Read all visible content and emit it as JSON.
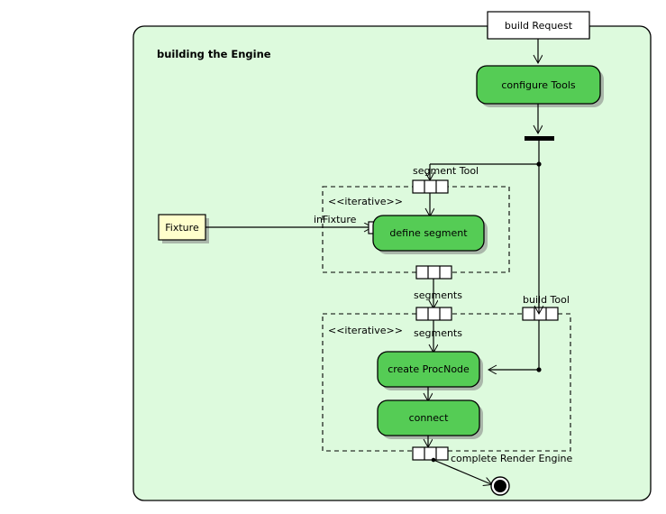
{
  "diagram": {
    "type": "uml-activity-diagram",
    "title": "building the Engine",
    "frame": {
      "label": "building the Engine",
      "fill": "#ddfadd",
      "stroke": "#000000"
    },
    "colors": {
      "activity_fill": "#55cc55",
      "activity_stroke": "#000000",
      "object_fill": "#ffffcc",
      "object_stroke": "#000000",
      "pin_fill": "#ffffff",
      "shadow": "#808080",
      "background": "#ddfadd",
      "page": "#ffffff"
    },
    "nodes": [
      {
        "id": "build-request",
        "label": "build Request",
        "shape": "rectangle",
        "kind": "parameter-node"
      },
      {
        "id": "configure-tools",
        "label": "configure Tools",
        "shape": "rounded-rectangle",
        "kind": "action"
      },
      {
        "id": "fixture",
        "label": "Fixture",
        "shape": "rectangle",
        "kind": "object-node"
      },
      {
        "id": "define-segment",
        "label": "define segment",
        "shape": "rounded-rectangle",
        "kind": "action"
      },
      {
        "id": "create-procnode",
        "label": "create ProcNode",
        "shape": "rounded-rectangle",
        "kind": "action"
      },
      {
        "id": "connect",
        "label": "connect",
        "shape": "rounded-rectangle",
        "kind": "action"
      },
      {
        "id": "final-node",
        "label": "",
        "shape": "filled-circle-ring",
        "kind": "activity-final"
      }
    ],
    "fork_bar": {
      "id": "fork-1",
      "kind": "fork-node"
    },
    "regions": [
      {
        "id": "region-1",
        "stereotype": "<<iterative>>",
        "kind": "expansion-region",
        "contains": [
          "define-segment"
        ]
      },
      {
        "id": "region-2",
        "stereotype": "<<iterative>>",
        "kind": "expansion-region",
        "contains": [
          "create-procnode",
          "connect"
        ]
      }
    ],
    "pins": [
      {
        "id": "pin-segment-tool",
        "label": "segment Tool",
        "cells": 3
      },
      {
        "id": "pin-segments-out-1",
        "label": "segments",
        "cells": 3
      },
      {
        "id": "pin-segments-in-2",
        "label": "segments",
        "cells": 3
      },
      {
        "id": "pin-build-tool",
        "label": "build Tool",
        "cells": 3
      },
      {
        "id": "pin-complete-render-engine",
        "label": "complete Render Engine",
        "cells": 3
      },
      {
        "id": "pin-infixture",
        "label": "inFixture",
        "cells": 1
      }
    ],
    "edge_labels": {
      "segment_tool": "segment Tool",
      "in_fixture": "inFixture",
      "segments_out": "segments",
      "segments_in": "segments",
      "build_tool": "build Tool",
      "complete_render_engine": "complete Render Engine"
    }
  }
}
